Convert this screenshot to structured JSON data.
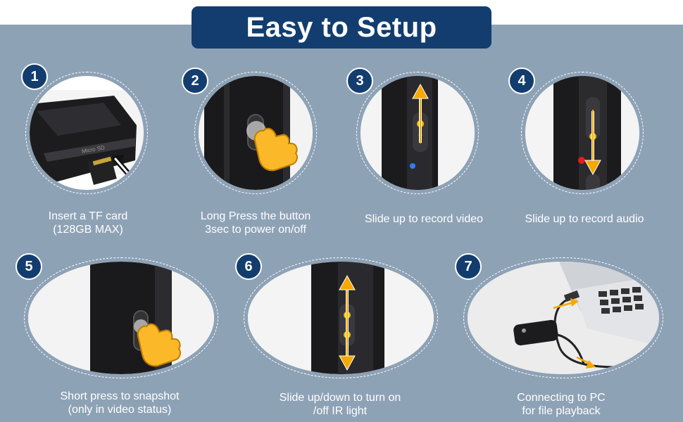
{
  "title": "Easy to Setup",
  "colors": {
    "panel": "#8ea2b6",
    "navy": "#123d6e",
    "arrow": "#f5a800",
    "hand": "#fbb829"
  },
  "steps": [
    {
      "number": "1",
      "caption_line1": "Insert a TF card",
      "caption_line2": "(128GB MAX)",
      "card_label": "Micro SD"
    },
    {
      "number": "2",
      "caption_line1": "Long Press the button",
      "caption_line2": "3sec to power on/off"
    },
    {
      "number": "3",
      "caption_line1": "Slide up to record video"
    },
    {
      "number": "4",
      "caption_line1": "Slide up to record audio"
    },
    {
      "number": "5",
      "caption_line1": "Short press to snapshot",
      "caption_line2": "(only in video status)"
    },
    {
      "number": "6",
      "caption_line1": "Slide up/down to turn on",
      "caption_line2": "/off IR light"
    },
    {
      "number": "7",
      "caption_line1": "Connecting to PC",
      "caption_line2": "for file playback"
    }
  ]
}
